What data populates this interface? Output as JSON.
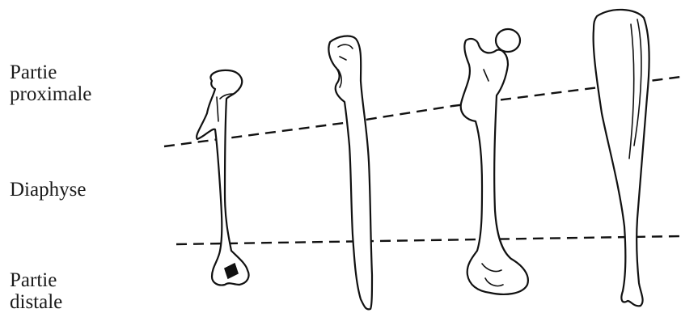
{
  "labels": {
    "proximal": [
      "Partie",
      "proximale"
    ],
    "diaphyse": "Diaphyse",
    "distal": [
      "Partie",
      "distale"
    ]
  },
  "colors": {
    "line": "#111111",
    "background": "#ffffff"
  }
}
